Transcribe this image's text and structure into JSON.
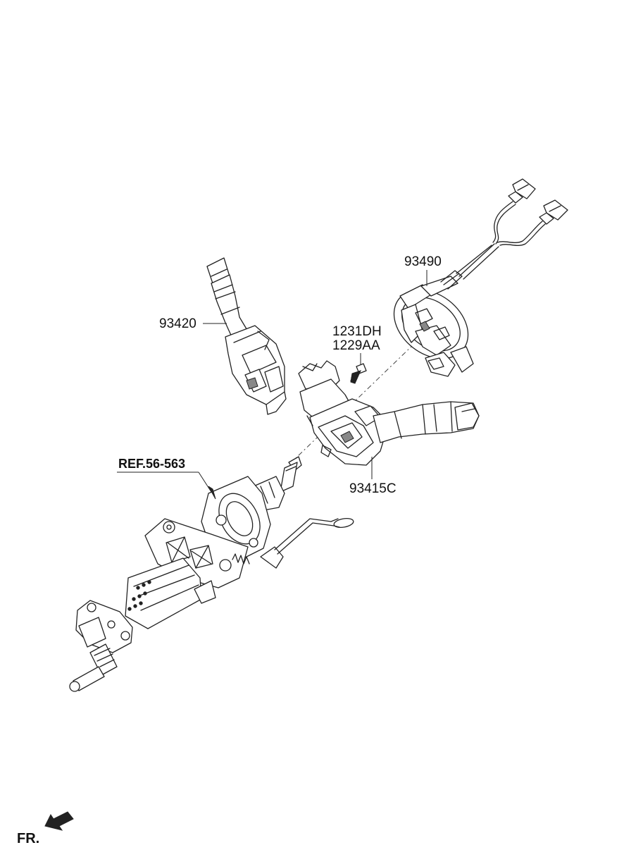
{
  "labels": {
    "part_93490": "93490",
    "part_93420": "93420",
    "part_1231DH": "1231DH",
    "part_1229AA": "1229AA",
    "part_93415C": "93415C",
    "ref": "REF.56-563",
    "front": "FR."
  },
  "icons": {
    "front_arrow": "arrow-left-down-icon"
  }
}
